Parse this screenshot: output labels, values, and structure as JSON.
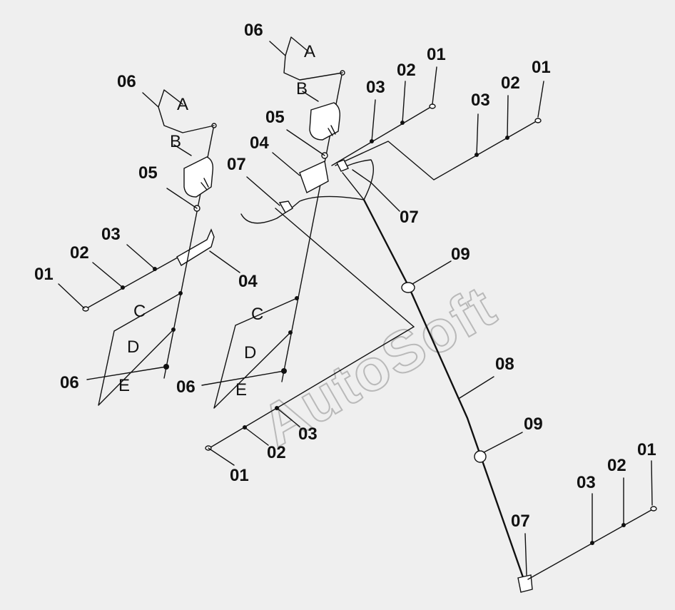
{
  "diagram": {
    "watermark": "AutoSoft",
    "callouts": {
      "c01": "01",
      "c02": "01",
      "c03": "01",
      "c04": "01",
      "c05": "01",
      "c06": "02",
      "c07": "02",
      "c08": "02",
      "c09": "02",
      "c10": "02",
      "c11": "03",
      "c12": "03",
      "c13": "03",
      "c14": "03",
      "c15": "03",
      "c16": "04",
      "c17": "04",
      "c18": "05",
      "c19": "05",
      "c20": "06",
      "c21": "06",
      "c22": "06",
      "c23": "06",
      "c24": "07",
      "c25": "07",
      "c26": "07",
      "c27": "08",
      "c28": "09",
      "c29": "09"
    },
    "sublabels": {
      "s01": "A",
      "s02": "B",
      "s03": "A",
      "s04": "B",
      "s05": "C",
      "s06": "D",
      "s07": "E",
      "s08": "C",
      "s09": "D",
      "s10": "E"
    }
  }
}
